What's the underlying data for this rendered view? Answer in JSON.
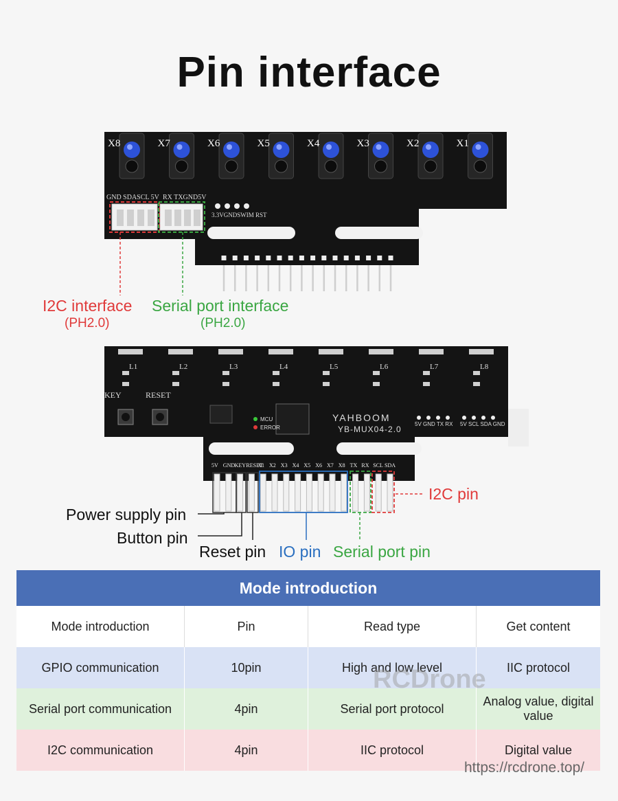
{
  "title": "Pin interface",
  "top_board": {
    "channels": [
      "X8",
      "X7",
      "X6",
      "X5",
      "X4",
      "X3",
      "X2",
      "X1"
    ],
    "i2c_header_label": "GND SDASCL 5V",
    "serial_header_label": "RX TXGND5V",
    "swim_label": "3.3VGNDSWIM RST"
  },
  "bottom_board": {
    "leds": [
      "L1",
      "L2",
      "L3",
      "L4",
      "L5",
      "L6",
      "L7",
      "L8"
    ],
    "key_label": "KEY",
    "reset_label": "RESET",
    "mcu_label": "MCU",
    "error_label": "ERROR",
    "brand": "YAHBOOM",
    "model": "YB-MUX04-2.0",
    "serial_hdr": "5V GND TX RX",
    "i2c_hdr": "5V SCL SDA GND",
    "pin_row": [
      "5V",
      "GND",
      "KEY",
      "RESET",
      "X1",
      "X2",
      "X3",
      "X4",
      "X5",
      "X6",
      "X7",
      "X8",
      "TX",
      "RX",
      "SCL",
      "SDA"
    ]
  },
  "callouts": {
    "i2c_interface": "I2C interface",
    "i2c_interface_sub": "(PH2.0)",
    "serial_interface": "Serial port interface",
    "serial_interface_sub": "(PH2.0)",
    "power_pin": "Power supply pin",
    "button_pin": "Button pin",
    "reset_pin": "Reset pin",
    "io_pin": "IO pin",
    "serial_pin": "Serial port pin",
    "i2c_pin": "I2C pin"
  },
  "colors": {
    "red": "#e03a3a",
    "green": "#3aa642",
    "blue": "#2a6fc0",
    "header": "#4a6fb6"
  },
  "table": {
    "title": "Mode introduction",
    "columns": [
      "Mode introduction",
      "Pin",
      "Read type",
      "Get content"
    ],
    "rows": [
      [
        "GPIO communication",
        "10pin",
        "High and low level",
        "IIC protocol"
      ],
      [
        "Serial port communication",
        "4pin",
        "Serial port protocol",
        "Analog value, digital value"
      ],
      [
        "I2C communication",
        "4pin",
        "IIC protocol",
        "Digital value"
      ]
    ]
  },
  "watermark": "RCDrone",
  "url": "https://rcdrone.top/"
}
